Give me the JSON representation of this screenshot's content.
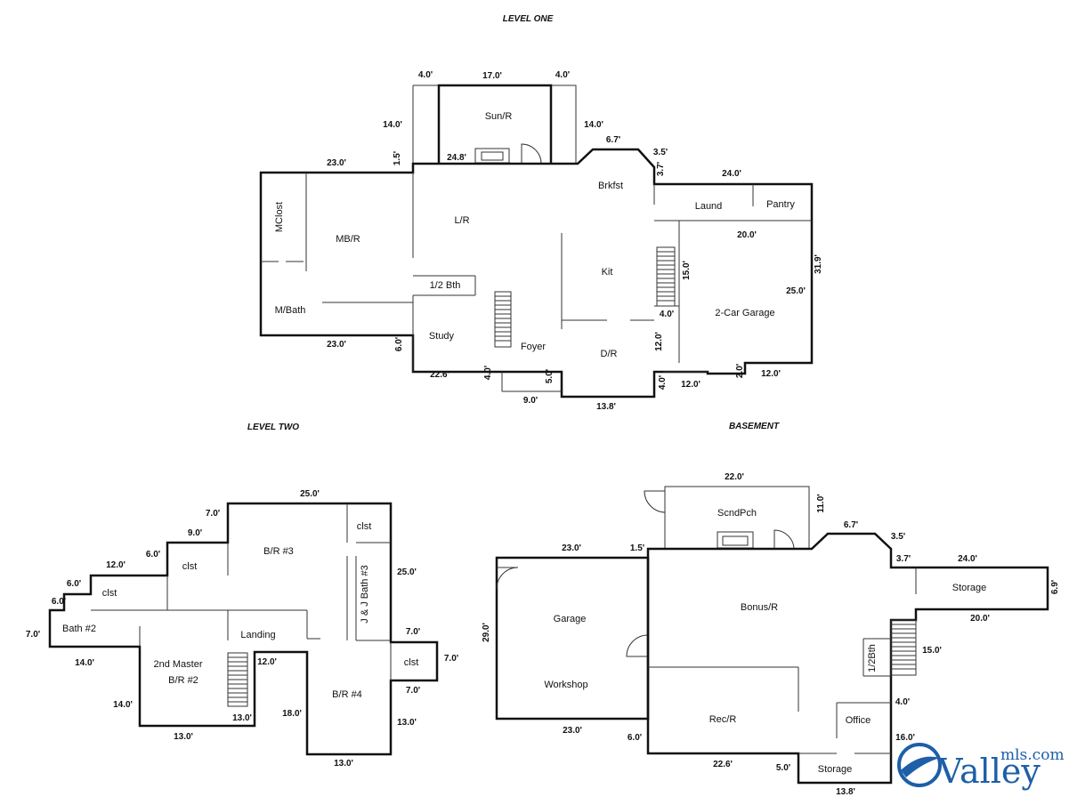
{
  "levels": {
    "one": {
      "title": "LEVEL ONE",
      "rooms": [
        "Sun/R",
        "Brkfst",
        "Laund",
        "Pantry",
        "L/R",
        "MB/R",
        "MCl​ost",
        "M/Bath",
        "1/2  Bth",
        "Study",
        "Foyer",
        "Kit",
        "D/R",
        "2-Car Garage"
      ],
      "dims": [
        "4.0'",
        "17.0'",
        "4.0'",
        "14.0'",
        "14.0'",
        "1.5'",
        "24.8'",
        "6.7'",
        "3.5'",
        "3.7'",
        "24.0'",
        "23.0'",
        "20.0'",
        "31.9'",
        "15.0'",
        "25.0'",
        "4.0'",
        "12.0'",
        "23.0'",
        "6.0'",
        "22.6'",
        "4.0'",
        "5.0'",
        "9.0'",
        "13.8'",
        "4.0'",
        "12.0'",
        "2.0'",
        "12.0'"
      ]
    },
    "two": {
      "title": "LEVEL TWO",
      "rooms": [
        "clst",
        "B/R #3",
        "clst",
        "clst",
        "J & J Bath #3",
        "Bath #2",
        "Landing",
        "clst",
        "2nd Master",
        "B/R #2",
        "B/R #4"
      ],
      "dims": [
        "25.0'",
        "7.0'",
        "9.0'",
        "6.0'",
        "12.0'",
        "6.0'",
        "6.0'",
        "7.0'",
        "25.0'",
        "7.0'",
        "7.0'",
        "14.0'",
        "12.0'",
        "7.0'",
        "14.0'",
        "13.0'",
        "18.0'",
        "13.0'",
        "13.0'",
        "13.0'"
      ]
    },
    "basement": {
      "title": "BASEMENT",
      "rooms": [
        "ScndPch",
        "Garage",
        "Workshop",
        "Bonus/R",
        "Storage",
        "1/2Bth",
        "Rec/R",
        "Office",
        "Storage"
      ],
      "dims": [
        "22.0'",
        "11.0'",
        "23.0'",
        "1.5'",
        "6.7'",
        "3.5'",
        "3.7'",
        "24.0'",
        "6.9'",
        "29.0'",
        "20.0'",
        "15.0'",
        "4.0'",
        "23.0'",
        "6.0'",
        "16.0'",
        "22.6'",
        "5.0'",
        "13.8'"
      ]
    }
  },
  "logo": {
    "brand": "Valley",
    "suffix": "mls.com",
    "color": "#1d5fa8"
  }
}
